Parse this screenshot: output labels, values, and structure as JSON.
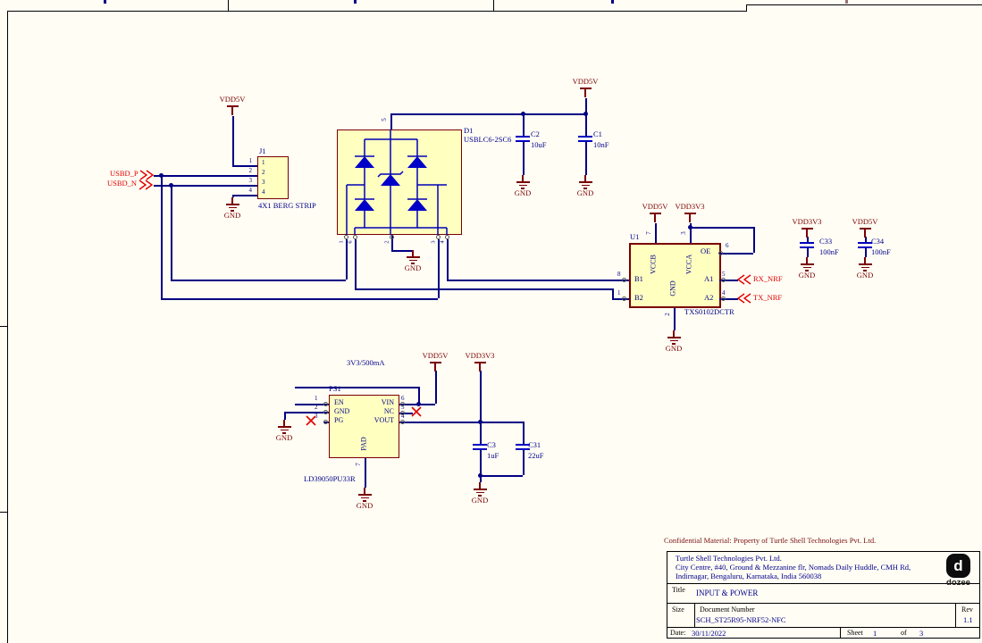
{
  "colors": {
    "wire": "#000082",
    "power_net": "#7A0000",
    "component_fill": "#FFFFC0",
    "component_border": "#7A0000",
    "port_red": "#E00000",
    "label_blue": "#00008B",
    "background": "#FFFDF4"
  },
  "power": {
    "vdd5v": "VDD5V",
    "vdd3v3": "VDD3V3",
    "gnd": "GND"
  },
  "ports": {
    "usbd_p": "USBD_P",
    "usbd_n": "USBD_N",
    "rx_nrf": "RX_NRF",
    "tx_nrf": "TX_NRF"
  },
  "components": {
    "j1": {
      "ref": "J1",
      "value": "4X1 BERG STRIP",
      "pins": [
        "1",
        "2",
        "3",
        "4"
      ]
    },
    "d1": {
      "ref": "D1",
      "value": "USBLC6-2SC6",
      "pin_top": "5",
      "pins_bottom": [
        "1",
        "6",
        "2",
        "3",
        "4"
      ]
    },
    "u1": {
      "ref": "U1",
      "value": "TXS0102DCTR",
      "pins": {
        "vccb": {
          "name": "VCCB",
          "num": "7"
        },
        "vcca": {
          "name": "VCCA",
          "num": "3"
        },
        "oe": {
          "name": "OE",
          "num": "6"
        },
        "b1": {
          "name": "B1",
          "num": "8"
        },
        "b2": {
          "name": "B2",
          "num": "1"
        },
        "a1": {
          "name": "A1",
          "num": "5"
        },
        "a2": {
          "name": "A2",
          "num": "4"
        },
        "gnd": {
          "name": "GND",
          "num": "2"
        }
      }
    },
    "ps1": {
      "ref": "PS1",
      "value": "LD39050PU33R",
      "note": "3V3/500mA",
      "pins": {
        "en": {
          "name": "EN",
          "num": "1"
        },
        "gnd": {
          "name": "GND",
          "num": "2"
        },
        "pg": {
          "name": "PG",
          "num": "3"
        },
        "vin": {
          "name": "VIN",
          "num": "6"
        },
        "nc": {
          "name": "NC",
          "num": "5"
        },
        "vout": {
          "name": "VOUT",
          "num": "4"
        },
        "pad": {
          "name": "PAD",
          "num": "7"
        }
      }
    },
    "c1": {
      "ref": "C1",
      "value": "10nF"
    },
    "c2": {
      "ref": "C2",
      "value": "10uF"
    },
    "c3": {
      "ref": "C3",
      "value": "1uF"
    },
    "c31": {
      "ref": "C31",
      "value": "22uF"
    },
    "c33": {
      "ref": "C33",
      "value": "100nF"
    },
    "c34": {
      "ref": "C34",
      "value": "100nF"
    }
  },
  "title_block": {
    "confidential": "Confidential Material: Property of Turtle Shell Technologies Pvt. Ltd.",
    "company_line1": "Turtle Shell Technologies Pvt. Ltd.",
    "company_line2": "City Centre, #40, Ground & Mezzanine flr, Nomads Daily Huddle, CMH Rd,",
    "company_line3": "Indirnagar, Bengaluru, Karnataka, India 560038",
    "title_label": "Title",
    "title": "INPUT & POWER",
    "size_label": "Size",
    "docnum_label": "Document Number",
    "docnum": "SCH_ST25R95-NRF52-NFC",
    "rev_label": "Rev",
    "rev": "1.1",
    "date_label": "Date:",
    "date": "30/11/2022",
    "sheet_label": "Sheet",
    "sheet": "1",
    "of_label": "of",
    "sheet_total": "3",
    "logo_letter": "d",
    "logo_text": "dozee"
  }
}
